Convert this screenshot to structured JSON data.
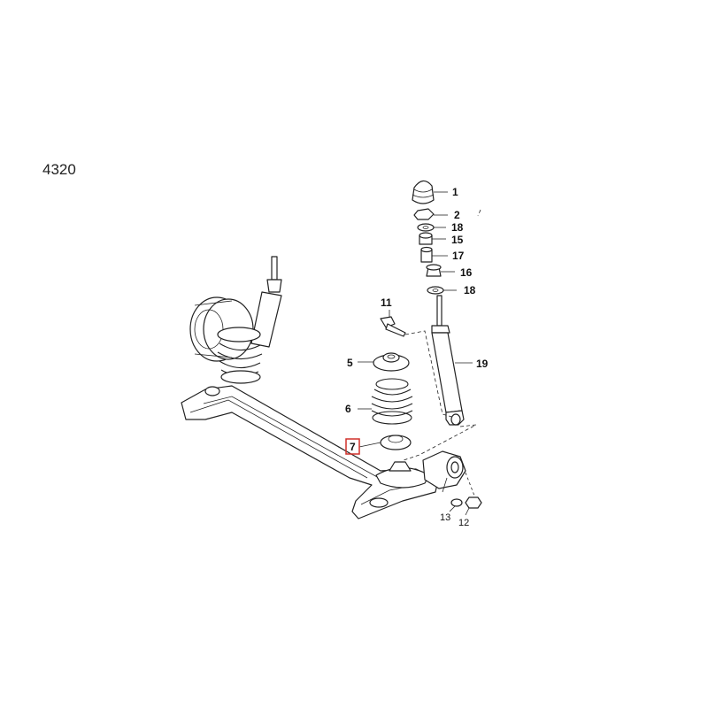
{
  "diagram": {
    "reference_number": "4320",
    "highlight_color": "#d0302a",
    "callouts": [
      {
        "id": "p1",
        "label": "1",
        "highlighted": false
      },
      {
        "id": "p2",
        "label": "2",
        "highlighted": false
      },
      {
        "id": "p18a",
        "label": "18",
        "highlighted": false
      },
      {
        "id": "p15",
        "label": "15",
        "highlighted": false
      },
      {
        "id": "p17",
        "label": "17",
        "highlighted": false
      },
      {
        "id": "p16",
        "label": "16",
        "highlighted": false
      },
      {
        "id": "p18b",
        "label": "18",
        "highlighted": false
      },
      {
        "id": "p11",
        "label": "11",
        "highlighted": false
      },
      {
        "id": "p5",
        "label": "5",
        "highlighted": false
      },
      {
        "id": "p19",
        "label": "19",
        "highlighted": false
      },
      {
        "id": "p6",
        "label": "6",
        "highlighted": false
      },
      {
        "id": "p7",
        "label": "7",
        "highlighted": true
      },
      {
        "id": "p13",
        "label": "13",
        "highlighted": false
      },
      {
        "id": "p12",
        "label": "12",
        "highlighted": false
      }
    ]
  }
}
